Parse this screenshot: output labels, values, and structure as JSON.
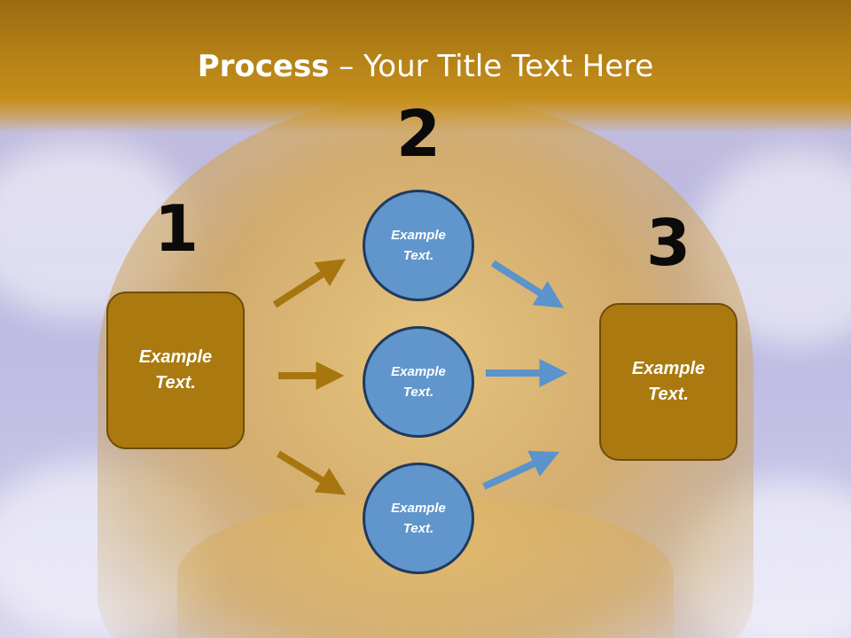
{
  "title": {
    "bold": "Process",
    "rest": " – Your Title Text Here"
  },
  "steps": [
    {
      "number": "1",
      "label": "Example\nText."
    },
    {
      "number": "2",
      "label": "Example\nText."
    },
    {
      "number": "3",
      "label": "Example\nText."
    }
  ],
  "circles": [
    {
      "label": "Example\nText."
    },
    {
      "label": "Example\nText."
    },
    {
      "label": "Example\nText."
    }
  ],
  "colors": {
    "box_fill": "#aa7a10",
    "circle_fill": "#6096cc",
    "arrow_gold": "#a8760e",
    "arrow_blue": "#5b93cc",
    "header": "#b07e16"
  }
}
